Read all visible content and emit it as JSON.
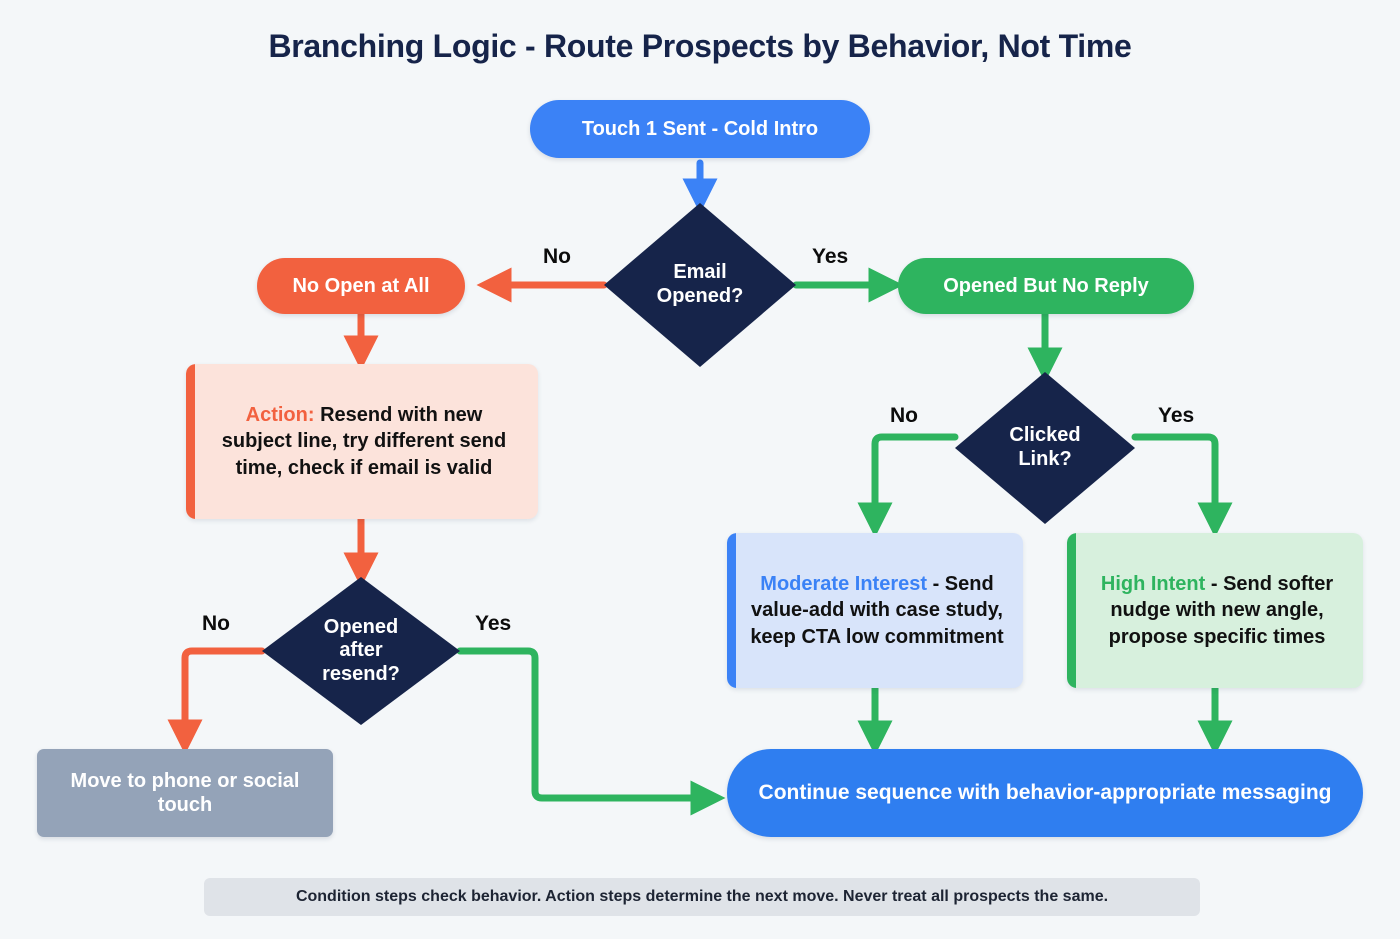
{
  "title": "Branching Logic - Route Prospects by Behavior, Not Time",
  "footer": "Condition steps check behavior. Action steps determine the next move. Never treat all prospects the same.",
  "colors": {
    "background": "#f4f7f9",
    "navy": "#16244a",
    "blue": "#3b82f6",
    "terminal_blue": "#2f7ef0",
    "orange": "#f2613f",
    "green": "#2eb45f",
    "gray": "#94a3b8",
    "peach_fill": "#fce3db",
    "light_blue_fill": "#d8e4fa",
    "light_green_fill": "#d7f0dd",
    "footer_fill": "#dfe3e8"
  },
  "nodes": {
    "start": {
      "label": "Touch 1 Sent - Cold Intro",
      "type": "pill",
      "color": "blue"
    },
    "decision_email_opened": {
      "label": "Email\nOpened?",
      "type": "diamond",
      "color": "navy"
    },
    "no_open": {
      "label": "No Open at All",
      "type": "pill",
      "color": "orange"
    },
    "opened_no_reply": {
      "label": "Opened But No Reply",
      "type": "pill",
      "color": "green"
    },
    "action_resend": {
      "type": "action",
      "color": "peach",
      "lead": "Action:",
      "body": " Resend with new subject line, try different send time, check if email is valid"
    },
    "decision_opened_after_resend": {
      "label": "Opened\nafter\nresend?",
      "type": "diamond",
      "color": "navy"
    },
    "decision_clicked_link": {
      "label": "Clicked\nLink?",
      "type": "diamond",
      "color": "navy"
    },
    "moderate_interest": {
      "type": "action",
      "color": "light-blue",
      "lead": "Moderate Interest",
      "body": " - Send value-add with case study, keep CTA low commitment"
    },
    "high_intent": {
      "type": "action",
      "color": "light-green",
      "lead": "High Intent",
      "body": " - Send softer nudge with new angle, propose specific times"
    },
    "move_to_phone": {
      "label": "Move to phone or social touch",
      "type": "rect",
      "color": "gray"
    },
    "continue_sequence": {
      "label": "Continue sequence with behavior-appropriate messaging",
      "type": "terminal",
      "color": "terminal_blue"
    }
  },
  "edge_labels": {
    "email_opened_no": "No",
    "email_opened_yes": "Yes",
    "clicked_link_no": "No",
    "clicked_link_yes": "Yes",
    "resend_no": "No",
    "resend_yes": "Yes"
  }
}
